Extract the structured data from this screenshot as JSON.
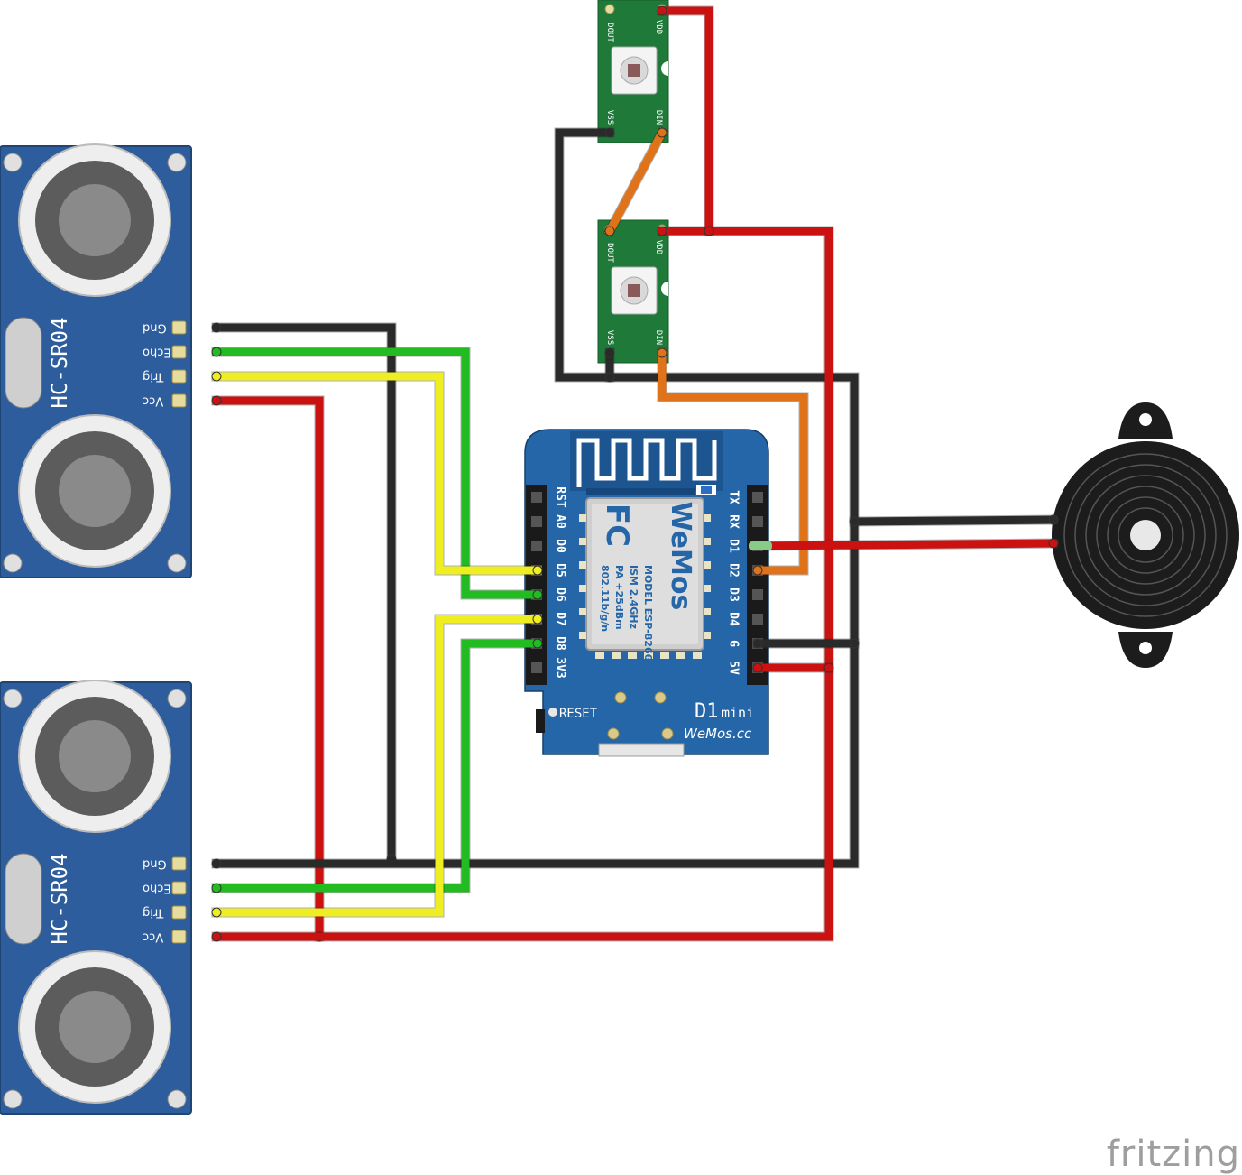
{
  "colors": {
    "background": "#ffffff",
    "board_blue": "#2466a8",
    "board_blue_dark": "#1a4f86",
    "sensor_blue": "#2d5d9c",
    "pixel_green": "#1f7a3a",
    "wire_black": "#2a2a2a",
    "wire_red": "#cc1111",
    "wire_green": "#22bb22",
    "wire_yellow": "#eeee22",
    "wire_orange": "#e0731a",
    "buzzer_black": "#1c1c1c"
  },
  "sensors": [
    {
      "model": "HC-SR04",
      "pins": [
        "Gnd",
        "Echo",
        "Trig",
        "Vcc"
      ]
    },
    {
      "model": "HC-SR04",
      "pins": [
        "Gnd",
        "Echo",
        "Trig",
        "Vcc"
      ]
    }
  ],
  "pixels": [
    {
      "pins": {
        "dout": "DOUT",
        "vdd": "VDD",
        "vss": "VSS",
        "din": "DIN"
      }
    },
    {
      "pins": {
        "dout": "DOUT",
        "vdd": "VDD",
        "vss": "VSS",
        "din": "DIN"
      }
    }
  ],
  "board": {
    "left_pins": [
      "RST",
      "A0",
      "D0",
      "D5",
      "D6",
      "D7",
      "D8",
      "3V3"
    ],
    "right_pins": [
      "TX",
      "RX",
      "D1",
      "D2",
      "D3",
      "D4",
      "G",
      "5V"
    ],
    "module": {
      "model_line": "MODEL ESP-8266",
      "ism_line": "ISM 2.4GHz",
      "pa_line": "PA +25dBm",
      "wifi_line": "802.11b/g/n",
      "brand": "WeMos",
      "fc_mark": "FC"
    },
    "reset_label": "RESET",
    "name": "D1",
    "name_suffix": "mini",
    "website": "WeMos.cc"
  },
  "buzzer": {},
  "watermark": "fritzing"
}
